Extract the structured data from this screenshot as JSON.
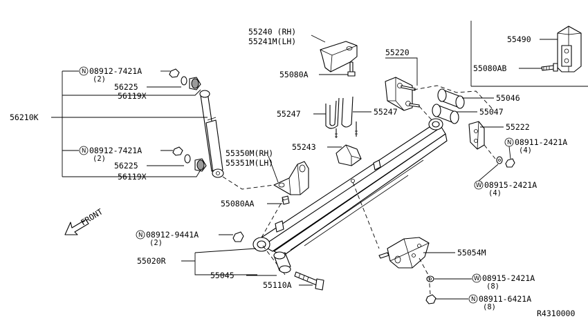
{
  "diagram": {
    "ref_code": "R4310000",
    "front_label": "FRONT",
    "labels": {
      "rh_lh_upper_1": "55240 (RH)",
      "rh_lh_upper_2": "55241M(LH)",
      "p55080A": "55080A",
      "p55220": "55220",
      "p55490": "55490",
      "p55080AB": "55080AB",
      "p55046": "55046",
      "p55047": "55047",
      "p55222": "55222",
      "p55247_left": "55247",
      "p55247_right": "55247",
      "p55243": "55243",
      "p55350M": "55350M(RH)",
      "p55351M": "55351M(LH)",
      "p55080AA": "55080AA",
      "p56210K": "56210K",
      "nut_upper": "08912-7421A",
      "nut_upper_qty": "(2)",
      "p56225_upper": "56225",
      "p56119X_upper": "56119X",
      "nut_lower": "08912-7421A",
      "nut_lower_qty": "(2)",
      "p56225_lower": "56225",
      "p56119X_lower": "56119X",
      "nut_2421": "08911-2421A",
      "nut_2421_qty": "(4)",
      "washer_2421": "08915-2421A",
      "washer_2421_qty": "(4)",
      "nut_9441": "08912-9441A",
      "nut_9441_qty": "(2)",
      "p55020R": "55020R",
      "p55045": "55045",
      "p55110A": "55110A",
      "p55054M": "55054M",
      "washer_8": "08915-2421A",
      "washer_8_qty": "(8)",
      "nut_6421": "08911-6421A",
      "nut_6421_qty": "(8)"
    },
    "callout_letters": {
      "nut": "N",
      "washer": "W"
    }
  }
}
